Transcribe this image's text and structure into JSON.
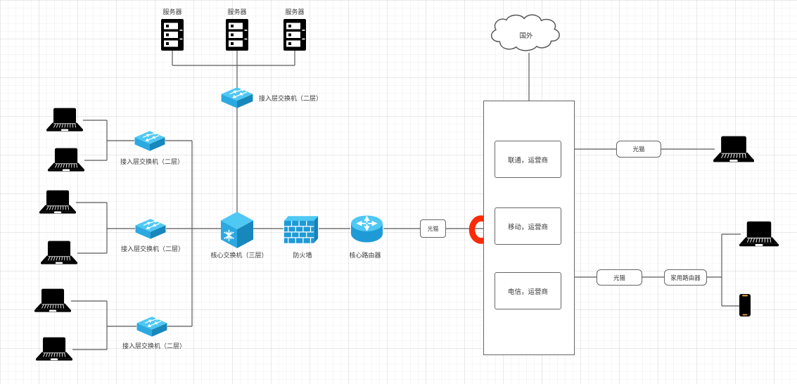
{
  "diagram_title": "network-topology",
  "colors": {
    "line": "#595959",
    "device_blue_top": "#4FC8F4",
    "device_blue_mid": "#2BA9E0",
    "device_blue_dark": "#1887BC",
    "black_device": "#000000",
    "marker_red": "#FA2B05",
    "box_border": "#666666",
    "phone_accent": "#E0A23E"
  },
  "nodes": {
    "servers": [
      {
        "label": "服务器"
      },
      {
        "label": "服务器"
      },
      {
        "label": "服务器"
      }
    ],
    "server_access_switch": {
      "label": "接入层交换机（二层）"
    },
    "access_switches": [
      {
        "label": "接入层交换机（二层）"
      },
      {
        "label": "接入层交换机（二层）"
      },
      {
        "label": "接入层交换机（二层）"
      }
    ],
    "core_switch": {
      "label": "核心交换机（三层）"
    },
    "firewall": {
      "label": "防火墙"
    },
    "core_router": {
      "label": "核心路由器"
    },
    "modem_wan": {
      "label": "光猫"
    },
    "cloud": {
      "label": "国外"
    },
    "carriers": [
      {
        "label": "联通，运营商"
      },
      {
        "label": "移动，运营商"
      },
      {
        "label": "电信，运营商"
      }
    ],
    "modem_top_right": {
      "label": "光猫"
    },
    "modem_bottom_right": {
      "label": "光猫"
    },
    "home_router": {
      "label": "家用路由器"
    }
  }
}
